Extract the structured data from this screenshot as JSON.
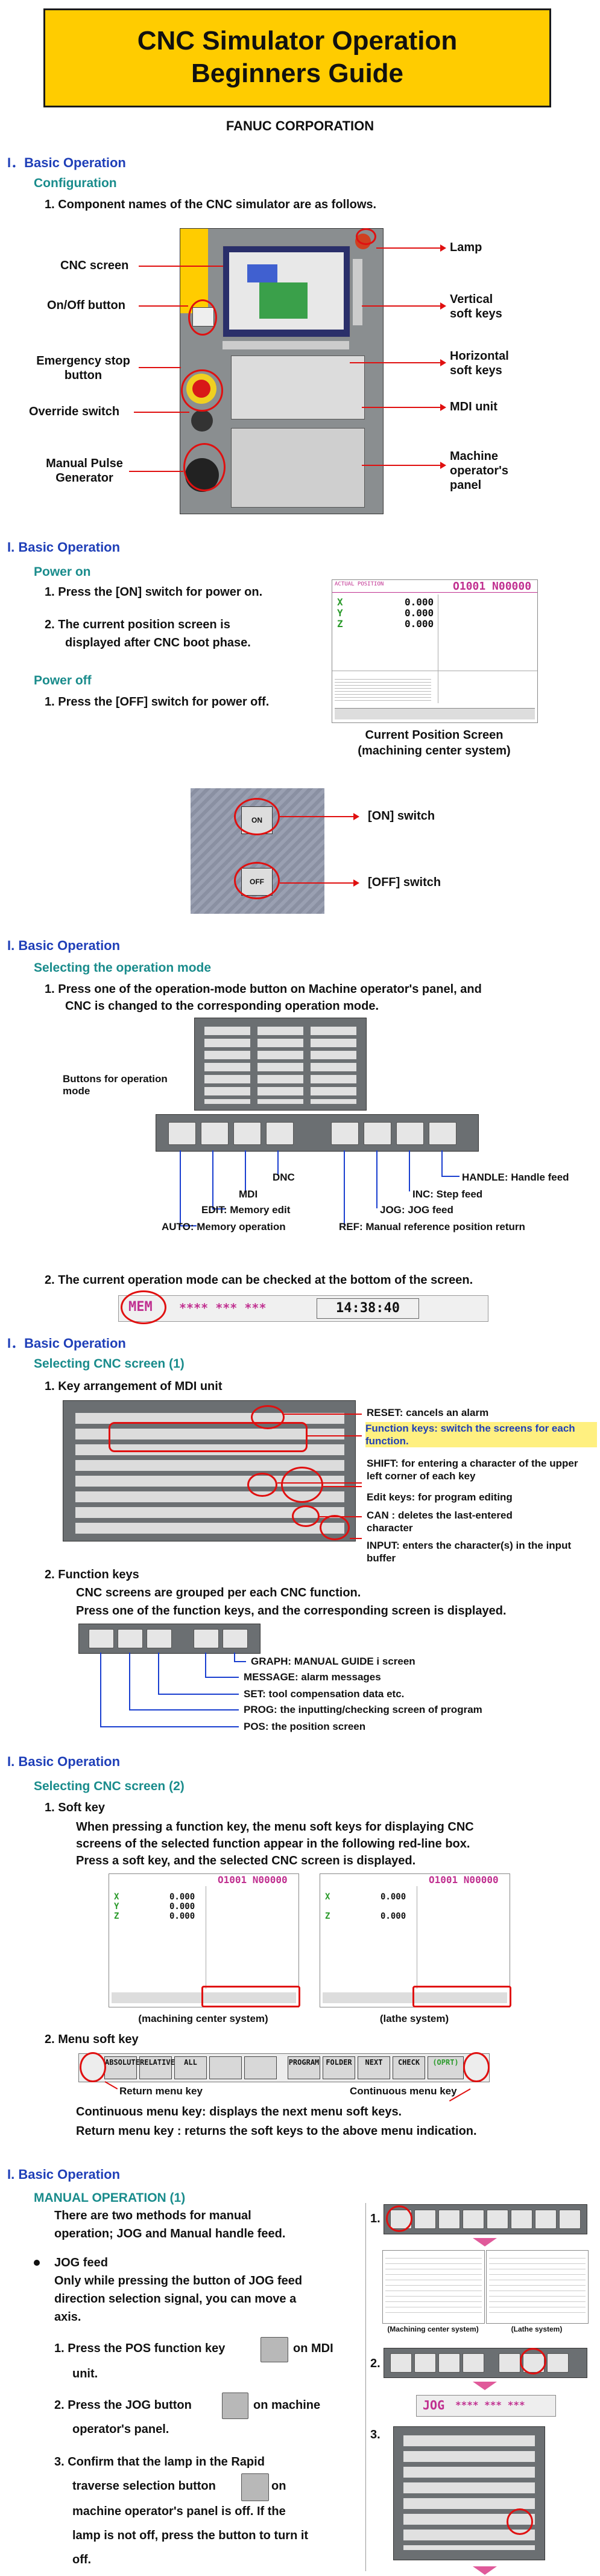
{
  "title": {
    "line1": "CNC Simulator Operation",
    "line2": "Beginners Guide"
  },
  "company": "FANUC CORPORATION",
  "s1": {
    "heading": "I．Basic Operation",
    "sub": "Configuration",
    "item": "1.  Component names of the CNC simulator are as follows.",
    "labels_left": [
      "CNC screen",
      "On/Off button",
      "Emergency stop button",
      "Override switch",
      "Manual Pulse Generator"
    ],
    "labels_right": [
      "Lamp",
      "Vertical soft keys",
      "Horizontal soft keys",
      "MDI unit",
      "Machine operator's panel"
    ]
  },
  "s2": {
    "heading": "I. Basic Operation",
    "sub_on": "Power on",
    "on1": "1.  Press the [ON] switch for power on.",
    "on2a": "2.  The current position screen is",
    "on2b": "displayed after CNC boot phase.",
    "sub_off": "Power off",
    "off1": "1.  Press the [OFF] switch for power off.",
    "caption1": "Current Position Screen",
    "caption2": "(machining center system)",
    "screen_title": "ACTUAL POSITION",
    "screen_prog": "O1001 N00000",
    "axes": [
      "X",
      "Y",
      "Z"
    ],
    "axis_val": "0.000",
    "on_switch": "[ON] switch",
    "off_switch": "[OFF] switch",
    "on_key": "ON",
    "off_key": "OFF"
  },
  "s3": {
    "heading": "I. Basic Operation",
    "sub": "Selecting the operation mode",
    "item1a": "1.  Press one of the operation-mode button on Machine operator's panel, and",
    "item1b": "CNC is changed to the corresponding operation mode.",
    "buttons_label": "Buttons for operation mode",
    "modes": [
      "DNC",
      "MDI",
      "EDIT: Memory edit",
      "AUTO: Memory operation",
      "HANDLE: Handle feed",
      "INC: Step feed",
      "JOG: JOG feed",
      "REF: Manual reference position return"
    ],
    "item2": "2.  The current operation mode can be checked at the bottom of the screen.",
    "mode_text": "MEM",
    "status_text": "**** *** ***",
    "time": "14:38:40"
  },
  "s4": {
    "heading": "I．Basic Operation",
    "sub": "Selecting CNC screen (1)",
    "item1": "1.  Key arrangement of MDI unit",
    "notes": [
      "RESET: cancels an alarm",
      "Function keys: switch the screens for each function.",
      "SHIFT: for entering a character of the upper left corner of each key",
      "Edit keys: for program editing",
      "CAN : deletes the last-entered character",
      "INPUT: enters the character(s) in the input buffer"
    ],
    "item2": "2.  Function keys",
    "fk1": "CNC screens are grouped per each CNC function.",
    "fk2": "Press one of the function keys, and the corresponding screen is displayed.",
    "fkeys": [
      "GRAPH:  MANUAL GUIDE i screen",
      "MESSAGE:  alarm messages",
      "SET:  tool compensation data etc.",
      "PROG:  the inputting/checking screen of program",
      "POS:  the position screen"
    ]
  },
  "s5": {
    "heading": "I. Basic Operation",
    "sub": "Selecting CNC screen (2)",
    "item1": "1.  Soft key",
    "p1": "When pressing a function key, the menu soft keys for displaying CNC",
    "p2": "screens of the selected function appear in the following red-line box.",
    "p3": "Press a soft key, and the selected CNC screen is displayed.",
    "cap_mc": "(machining center system)",
    "cap_lathe": "(lathe system)",
    "item2": "2.  Menu soft key",
    "softkeys": [
      "ABSOLUTE",
      "RELATIVE",
      "ALL",
      "",
      "",
      "PROGRAM",
      "FOLDER",
      "NEXT",
      "CHECK",
      "(OPRT)"
    ],
    "return_key": "Return menu key",
    "continuous_key": "Continuous menu key",
    "n1": "Continuous menu key: displays the next menu soft keys.",
    "n2": "Return menu key : returns the soft keys to the above menu indication."
  },
  "s6": {
    "heading": "I. Basic Operation",
    "sub": "MANUAL OPERATION (1)",
    "intro1": "There are two methods for manual",
    "intro2": "operation; JOG and Manual handle feed.",
    "bullet": "JOG feed",
    "jog1": "Only while pressing the button of JOG feed",
    "jog2": "direction selection signal, you can move a",
    "jog3": "axis.",
    "step1a": "1.  Press the POS function key",
    "step1b": "on MDI",
    "step1c": "unit.",
    "step2a": "2.  Press the JOG button",
    "step2b": "on machine",
    "step2c": "operator's panel.",
    "step3a": "3.  Confirm that the lamp in the Rapid",
    "step3b": "traverse selection button",
    "step3c": "on",
    "step3d": "machine operator's panel is off. If the",
    "step3e": "lamp is not off, press the button to turn it",
    "step3f": "off.",
    "fig_nums": [
      "1.",
      "2.",
      "3."
    ],
    "cap_mc": "(Machining center system)",
    "cap_lathe": "(Lathe system)",
    "jog_bar": "JOG",
    "jog_stars": "**** *** ***"
  }
}
